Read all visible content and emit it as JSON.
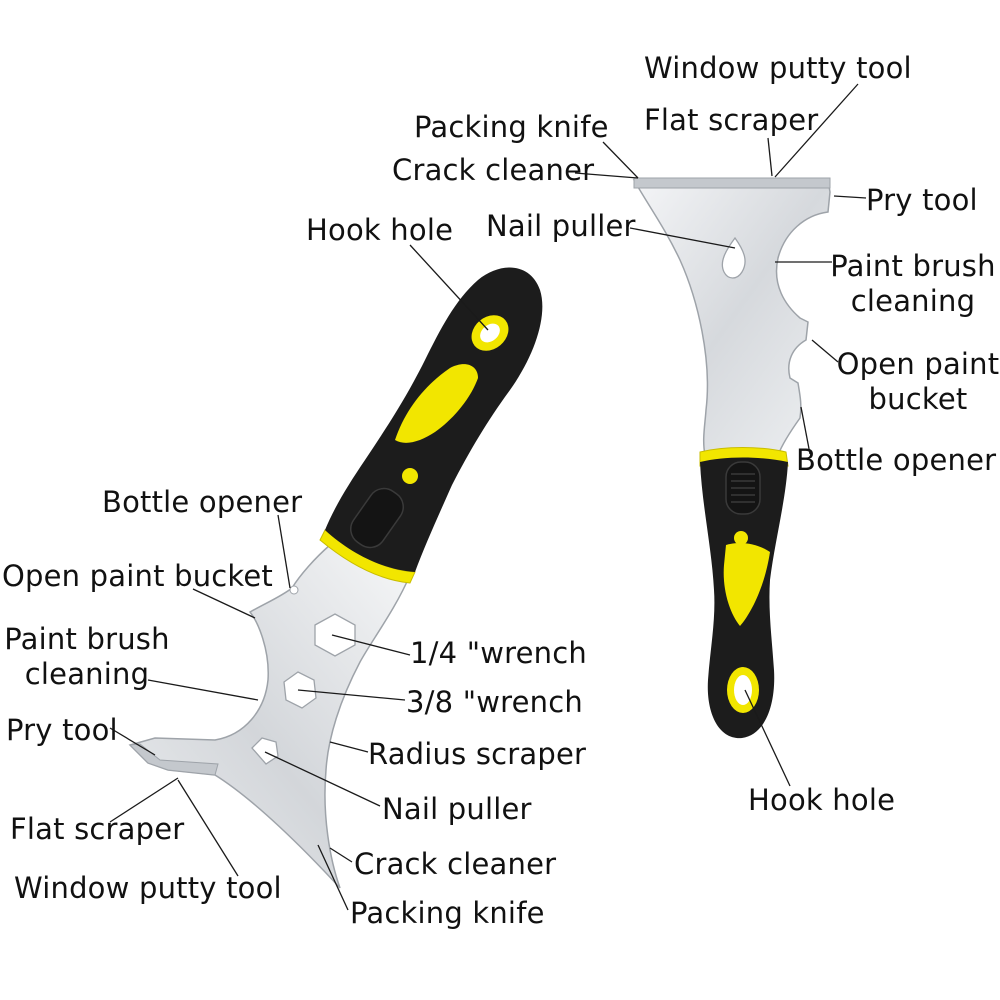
{
  "colors": {
    "handle_black": "#1c1c1c",
    "handle_yellow": "#f2e600",
    "blade_steel": "#dcdfe3",
    "blade_edge": "#b8bcc2"
  },
  "right_tool": {
    "labels": {
      "window_putty_tool": "Window putty tool",
      "packing_knife": "Packing knife",
      "flat_scraper": "Flat scraper",
      "crack_cleaner": "Crack cleaner",
      "pry_tool": "Pry tool",
      "hook_hole_top": "Hook hole",
      "nail_puller": "Nail puller",
      "paint_brush_cleaning": "Paint brush cleaning",
      "open_paint_bucket": "Open paint bucket",
      "bottle_opener": "Bottle opener",
      "hook_hole": "Hook hole"
    }
  },
  "left_tool": {
    "labels": {
      "bottle_opener": "Bottle opener",
      "open_paint_bucket": "Open paint bucket",
      "paint_brush_cleaning": "Paint brush cleaning",
      "wrench_quarter": "1/4 \"wrench",
      "wrench_three_eighths": "3/8 \"wrench",
      "pry_tool": "Pry tool",
      "radius_scraper": "Radius scraper",
      "nail_puller": "Nail puller",
      "flat_scraper": "Flat scraper",
      "crack_cleaner": "Crack cleaner",
      "window_putty_tool": "Window putty tool",
      "packing_knife": "Packing knife"
    }
  }
}
